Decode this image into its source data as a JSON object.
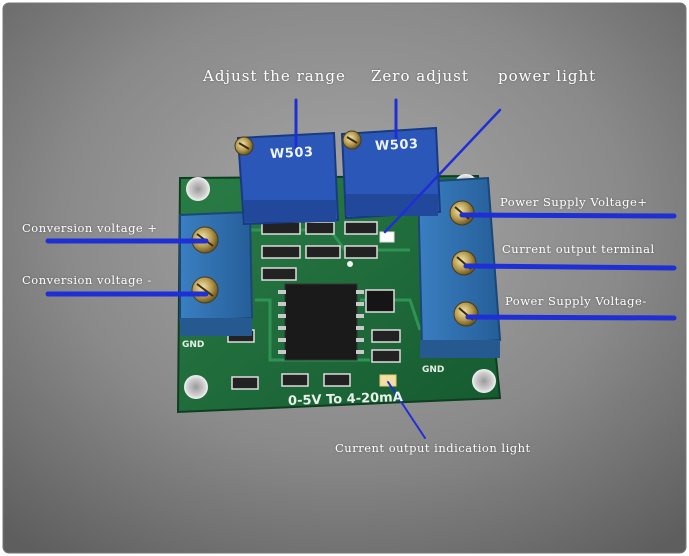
{
  "annotations": {
    "adjust_range": "Adjust the range",
    "zero_adjust": "Zero adjust",
    "power_light": "power light",
    "conversion_voltage_plus": "Conversion voltage +",
    "conversion_voltage_minus": "Conversion voltage -",
    "power_supply_voltage_plus": "Power Supply Voltage+",
    "current_output_terminal": "Current output terminal",
    "power_supply_voltage_minus": "Power Supply Voltage-",
    "current_output_indication_light": "Current output indication light"
  },
  "board": {
    "spec_label": "0-5V To 4-20mA",
    "pot_label": "W503",
    "gnd_label": "GND"
  },
  "colors": {
    "pointer_line": "#1f2fd6",
    "pcb": "#1d6a3a",
    "terminal_block": "#2f6fb0",
    "potentiometer": "#2b57b8"
  }
}
